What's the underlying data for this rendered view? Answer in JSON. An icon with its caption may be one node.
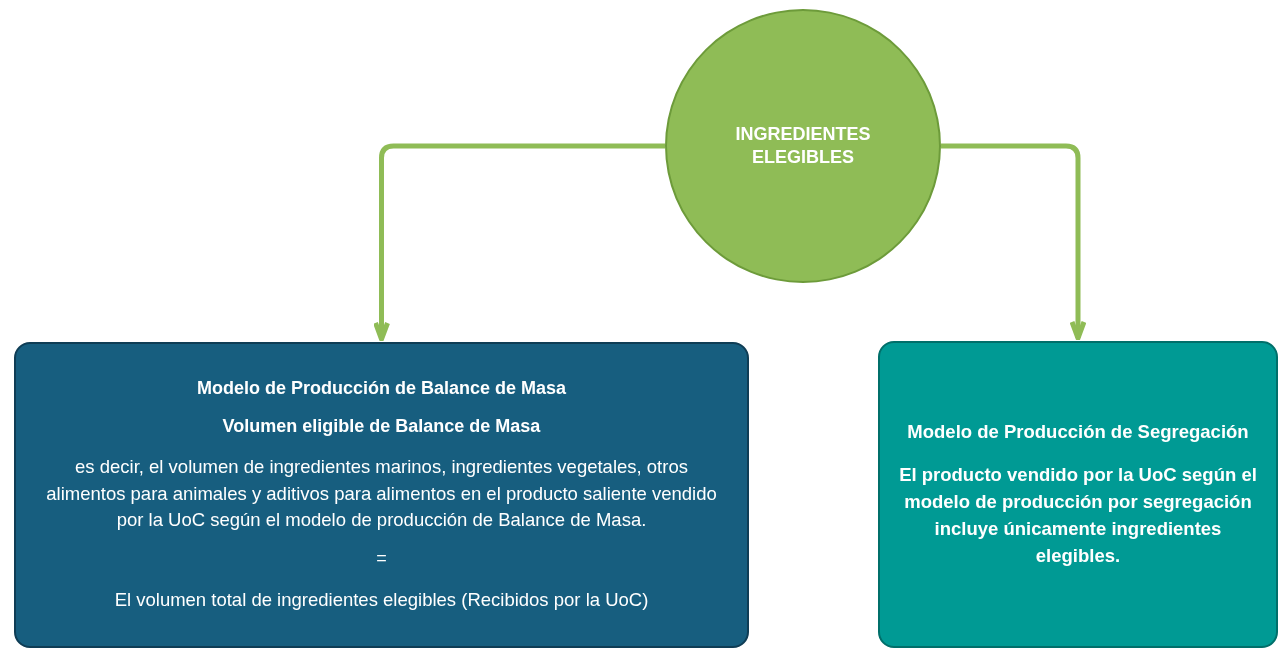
{
  "diagram": {
    "nodes": [
      {
        "text": [
          "INGREDIENTES ELEGIBLES"
        ]
      },
      {
        "text": [
          "Modelo de Producción de Balance de Masa",
          "Volumen eligible de Balance de Masa",
          "es decir, el volumen de ingredientes marinos, ingredientes vegetales, otros alimentos para animales y aditivos para alimentos en el producto saliente vendido por la UoC según el modelo de producción de Balance de Masa.",
          "=",
          "El volumen total de ingredientes elegibles (Recibidos por la UoC)"
        ]
      },
      {
        "text": [
          "Modelo de Producción de Segregación",
          "El producto vendido por la UoC según el modelo de producción por segregación incluye únicamente ingredientes elegibles."
        ]
      }
    ],
    "edges": [
      {
        "from": 0,
        "to": 1,
        "arrow": "to"
      },
      {
        "from": 0,
        "to": 2,
        "arrow": "to"
      }
    ]
  }
}
